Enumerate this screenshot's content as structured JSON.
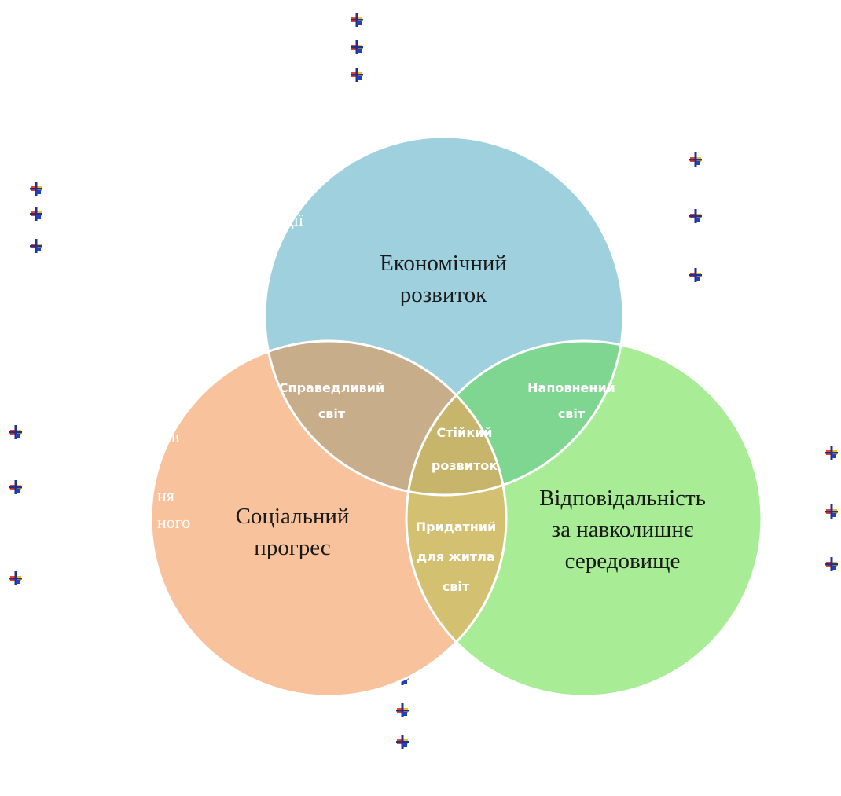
{
  "circles": [
    {
      "id": "economic",
      "lines": [
        "Економічний",
        "розвиток"
      ],
      "color": "#9fd0de"
    },
    {
      "id": "social",
      "lines": [
        "Соціальний",
        "прогрес"
      ],
      "color": "#f8c29c"
    },
    {
      "id": "environmental",
      "lines": [
        "Відповідальність",
        "за навколишнє",
        "середовище"
      ],
      "color": "#a8ec96"
    }
  ],
  "overlaps": [
    {
      "id": "equitable",
      "lines": [
        "Справедливий",
        "світ"
      ]
    },
    {
      "id": "viable",
      "lines": [
        "Наповнений",
        "світ"
      ]
    },
    {
      "id": "sustainable",
      "lines": [
        "Стійкий",
        "розвиток"
      ]
    },
    {
      "id": "bearable",
      "lines": [
        "Придатний",
        "для житла",
        "світ"
      ]
    }
  ],
  "hidden_text_fragments": [
    "ції",
    "ав",
    "ня",
    "ного"
  ],
  "bullet_icon": "plus-cross-bullet-icon",
  "colors": {
    "economic_social_overlap": "#c8ad8a",
    "economic_env_overlap": "#7fd690",
    "social_env_overlap": "#d3c070",
    "center_overlap": "#c6b56a",
    "circle_outline": "#ffffff"
  }
}
